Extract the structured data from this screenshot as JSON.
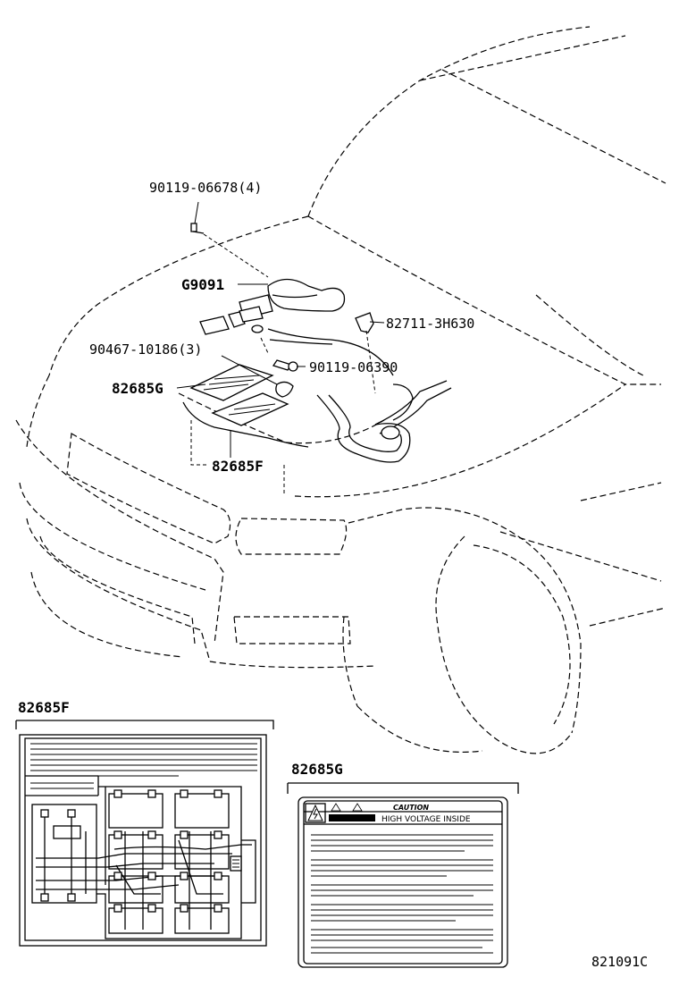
{
  "callouts": {
    "bolt": "90119-06678(4)",
    "cable": "G9091",
    "clamp": "82711-3H630",
    "clip": "90467-10186(3)",
    "screw": "90119-06390",
    "label_g": "82685G",
    "label_f": "82685F"
  },
  "inset_f": {
    "title": "82685F"
  },
  "inset_g": {
    "title": "82685G",
    "caution_word": "CAUTION",
    "warning_text": "HIGH VOLTAGE INSIDE"
  },
  "figure_code": "821091C"
}
